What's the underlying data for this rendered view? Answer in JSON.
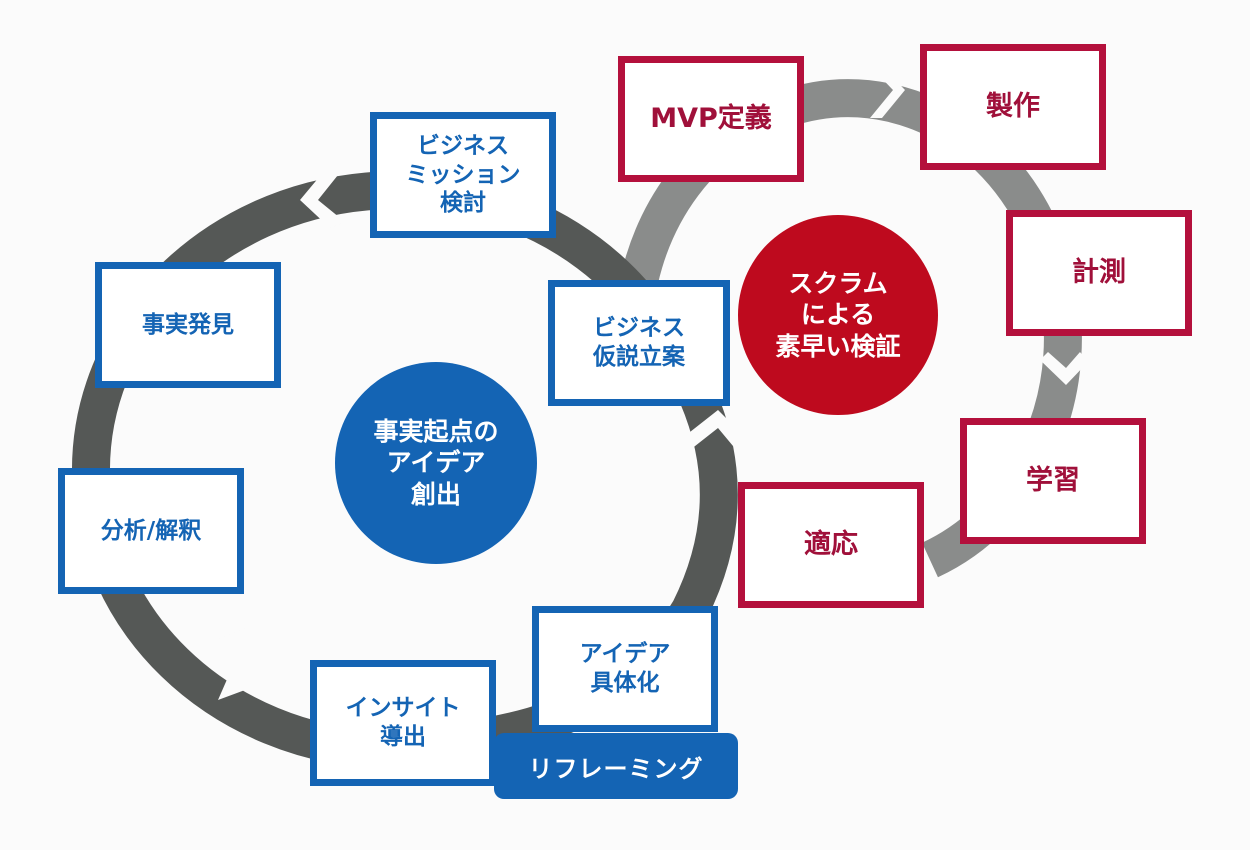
{
  "colors": {
    "blue": "#1464b4",
    "red": "#b4103c",
    "red_fill": "#be0a1e",
    "ring_dark": "#555856",
    "ring_light": "#8a8c8b"
  },
  "left_cycle": {
    "center": "事実起点の\nアイデア\n創出",
    "steps": [
      "ビジネス\nミッション\n検討",
      "ビジネス\n仮説立案",
      "アイデア\n具体化",
      "インサイト\n導出",
      "分析/解釈",
      "事実発見"
    ],
    "reframing_label": "リフレーミング"
  },
  "right_cycle": {
    "center": "スクラム\nによる\n素早い検証",
    "steps": [
      "MVP定義",
      "製作",
      "計測",
      "学習",
      "適応"
    ]
  }
}
